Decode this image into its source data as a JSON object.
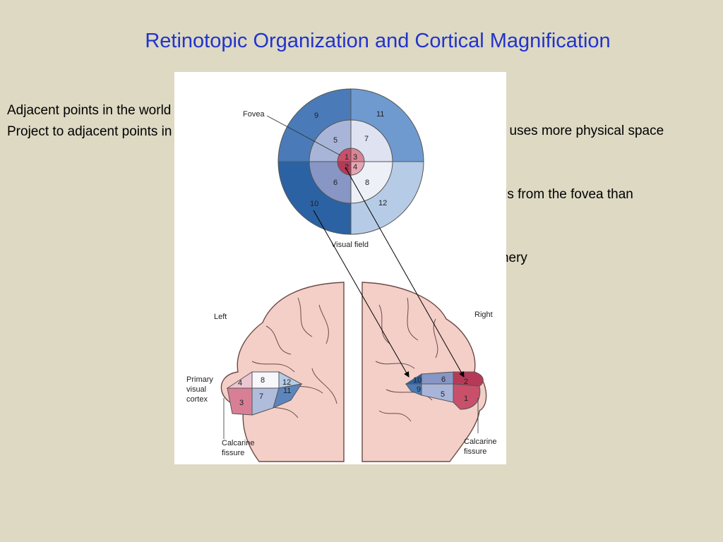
{
  "slide": {
    "title": "Retinotopic Organization and Cortical Magnification",
    "left_text": [
      "Adjacent points in the world",
      "Project to adjacent points in cortex"
    ],
    "right_text": [
      "The brain uses more physical space",
      " for signals from the fovea than",
      "the periphery"
    ]
  },
  "figure": {
    "fovea_label": "Fovea",
    "visual_field_label": "Visual field",
    "left_label": "Left",
    "right_label": "Right",
    "primary_visual_cortex_label": [
      "Primary",
      "visual",
      "cortex"
    ],
    "calcarine_fissure_left": [
      "Calcarine",
      "fissure"
    ],
    "calcarine_fissure_right": [
      "Calcarine",
      "fissure"
    ],
    "field_numbers": [
      "1",
      "2",
      "3",
      "4",
      "5",
      "6",
      "7",
      "8",
      "9",
      "10",
      "11",
      "12"
    ],
    "left_cortex_numbers": [
      "4",
      "8",
      "12",
      "3",
      "7",
      "11"
    ],
    "right_cortex_numbers": [
      "10",
      "6",
      "2",
      "9",
      "5",
      "1"
    ],
    "colors": {
      "fovea": "#c8506a",
      "ring_mid": "#c9cce6",
      "outer_top_left": "#4a7bb8",
      "outer_bottom_left": "#2b62a3",
      "outer_top_right": "#6f9ad0",
      "outer_bottom_right": "#b6cbe6",
      "brain": "#f3cfc8",
      "brain_outline": "#6b4a45"
    }
  }
}
